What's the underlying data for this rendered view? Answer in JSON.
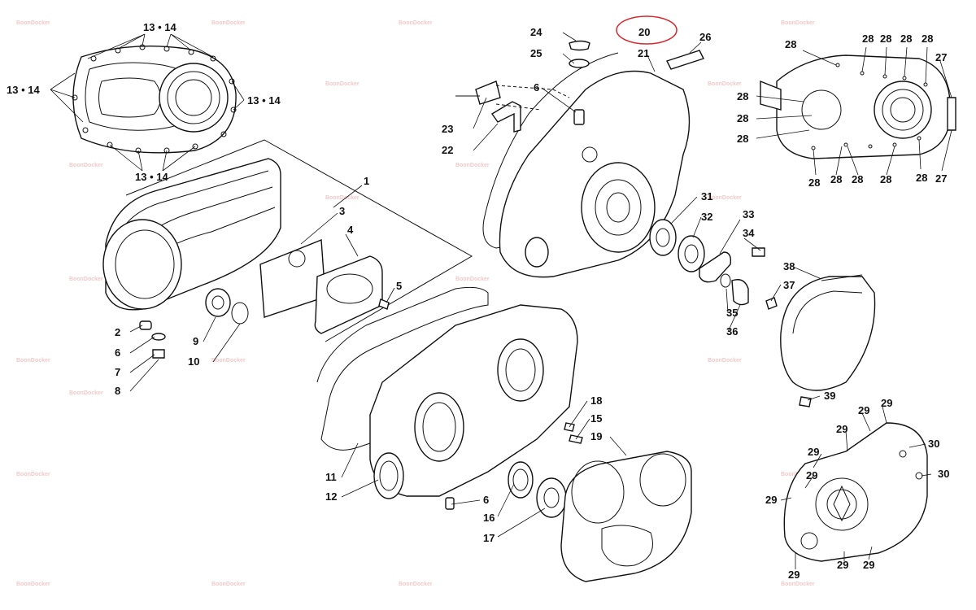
{
  "watermark": "BoonDocker",
  "highlight_color": "#d9262b",
  "highlighted_callout": "20",
  "callouts": {
    "c1": "1",
    "c2": "2",
    "c3": "3",
    "c4": "4",
    "c5": "5",
    "c6a": "6",
    "c6b": "6",
    "c6c": "6",
    "c7": "7",
    "c8": "8",
    "c9": "9",
    "c10": "10",
    "c11": "11",
    "c12": "12",
    "c13_14a": "13 • 14",
    "c13_14b": "13 • 14",
    "c13_14c": "13 • 14",
    "c13_14d": "13 • 14",
    "c15": "15",
    "c16": "16",
    "c17": "17",
    "c18": "18",
    "c19": "19",
    "c20": "20",
    "c21": "21",
    "c22": "22",
    "c23": "23",
    "c24": "24",
    "c25": "25",
    "c26": "26",
    "c27a": "27",
    "c27b": "27",
    "c28": "28",
    "c29": "29",
    "c30": "30",
    "c31": "31",
    "c32": "32",
    "c33": "33",
    "c34": "34",
    "c35": "35",
    "c36": "36",
    "c37": "37",
    "c38": "38",
    "c39": "39"
  }
}
